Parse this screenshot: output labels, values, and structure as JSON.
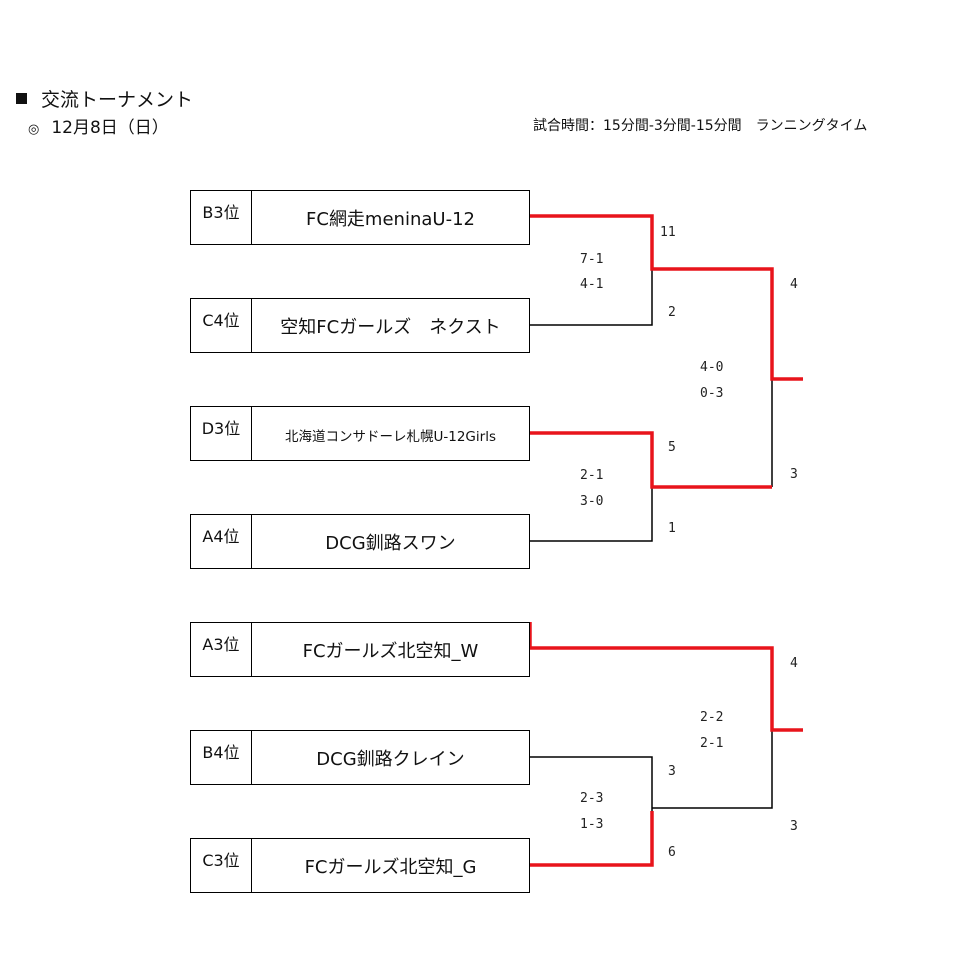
{
  "header": {
    "title": "交流トーナメント",
    "date": "12月8日（日）",
    "match_time": "試合時間：15分間-3分間-15分間　ランニングタイム"
  },
  "bracket1": {
    "teams": [
      {
        "rank": "B3位",
        "name": "FC網走meninaU-12"
      },
      {
        "rank": "C4位",
        "name": "空知FCガールズ　ネクスト"
      },
      {
        "rank": "D3位",
        "name": "北海道コンサドーレ札幌U-12Girls"
      },
      {
        "rank": "A4位",
        "name": "DCG釧路スワン"
      }
    ],
    "match1": {
      "score_top": "11",
      "score_bottom": "2",
      "half1": "7-1",
      "half2": "4-1"
    },
    "match2": {
      "score_top": "5",
      "score_bottom": "1",
      "half1": "2-1",
      "half2": "3-0"
    },
    "final": {
      "score_top": "4",
      "score_bottom": "3",
      "half1": "4-0",
      "half2": "0-3"
    }
  },
  "bracket2": {
    "teams": [
      {
        "rank": "A3位",
        "name": "FCガールズ北空知_W"
      },
      {
        "rank": "B4位",
        "name": "DCG釧路クレイン"
      },
      {
        "rank": "C3位",
        "name": "FCガールズ北空知_G"
      }
    ],
    "match1": {
      "score_top": "3",
      "score_bottom": "6",
      "half1": "2-3",
      "half2": "1-3"
    },
    "final": {
      "score_top": "4",
      "score_bottom": "3",
      "half1": "2-2",
      "half2": "2-1"
    }
  },
  "colors": {
    "winner_line": "#e8141b",
    "line": "#000000"
  }
}
